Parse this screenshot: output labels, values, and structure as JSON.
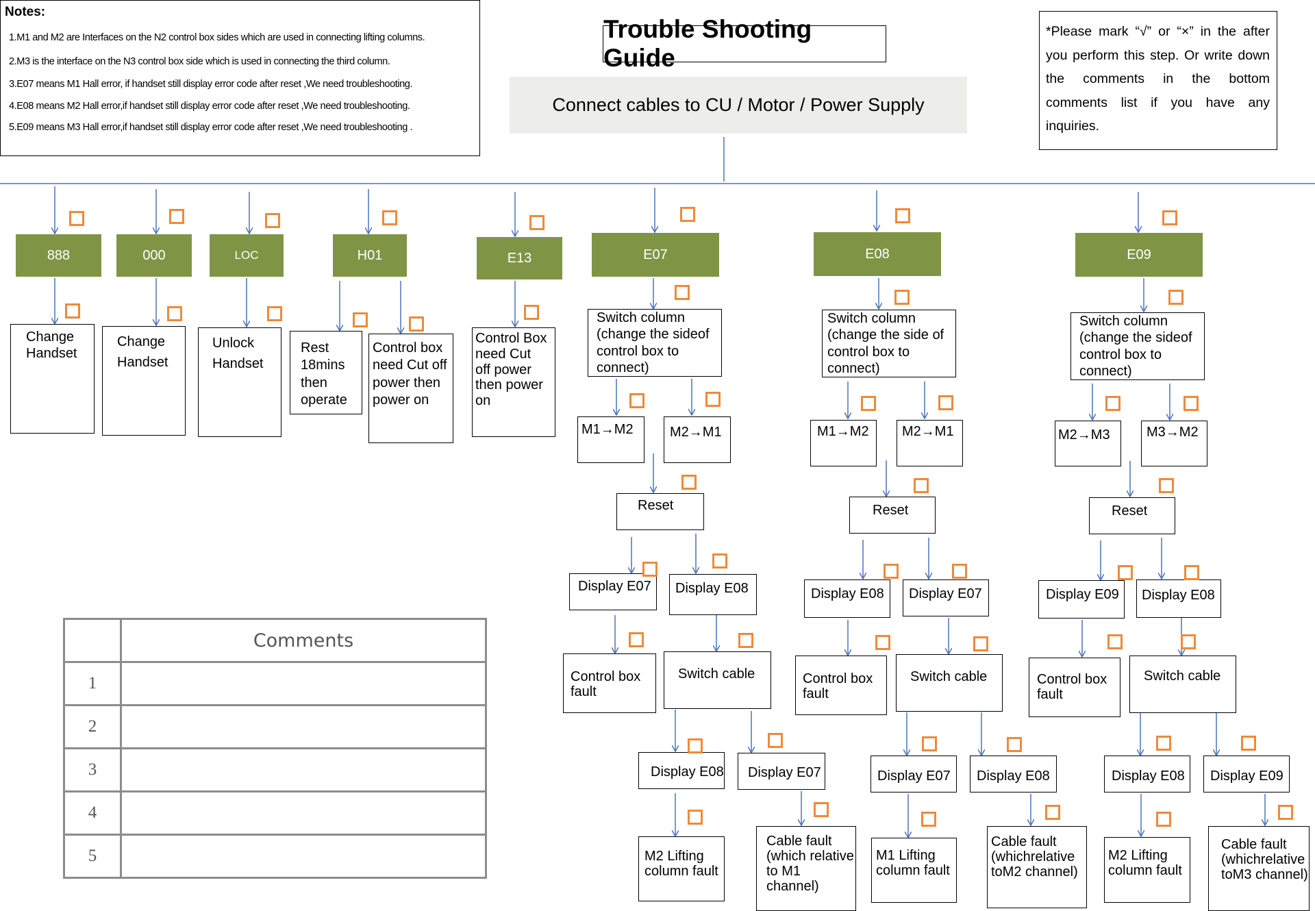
{
  "title": "Trouble Shooting Guide",
  "banner": "Connect cables to CU / Motor / Power Supply",
  "hint": "*Please mark “√” or “×” in the  after you perform this step. Or write down the comments in the bottom comments list if you have any inquiries.",
  "notes": {
    "heading": "Notes:",
    "lines": [
      "1.M1 and M2 are Interfaces on the N2 control box sides which are used in connecting lifting columns.",
      "2.M3 is the interface on the N3 control box side which is used in connecting the third column.",
      "3.E07 means M1 Hall error,  if handset still display error code after reset ,We need troubleshooting.",
      "4.E08 means M2 Hall error,if handset still display error code after reset ,We need troubleshooting.",
      "5.E09 means M3 Hall error,if handset still display error code after reset ,We need troubleshooting ."
    ]
  },
  "simple": [
    {
      "code": "888",
      "action": "Change Handset"
    },
    {
      "code": "000",
      "action": "Change Handset"
    },
    {
      "code": "LOC",
      "action": "Unlock Handset"
    },
    {
      "code": "H01",
      "action": "Rest 18mins then operate",
      "action2": "Control box need Cut off power then power on"
    },
    {
      "code": "E13",
      "action": "Control Box need Cut off power then power on"
    }
  ],
  "branches": [
    {
      "code": "E07",
      "switch": "Switch column (change the sideof control box to connect)",
      "opt1": "M1→M2",
      "opt2": "M2→M1",
      "reset": "Reset",
      "disp1": "Display E07",
      "disp2": "Display E08",
      "fault1": "Control box fault",
      "cable": "Switch cable",
      "disp3": "Display E08",
      "disp4": "Display E07",
      "fault2": "M2 Lifting column fault",
      "fault3": "Cable fault (which relative to M1 channel)"
    },
    {
      "code": "E08",
      "switch": "Switch column (change the side of control box to connect)",
      "opt1": "M1→M2",
      "opt2": "M2→M1",
      "reset": "Reset",
      "disp1": "Display E08",
      "disp2": "Display E07",
      "fault1": "Control box fault",
      "cable": "Switch cable",
      "disp3": "Display E07",
      "disp4": "Display E08",
      "fault2": "M1 Lifting column fault",
      "fault3": "Cable fault (whichrelative toM2 channel)"
    },
    {
      "code": "E09",
      "switch": "Switch column (change the sideof control box to connect)",
      "opt1": "M2→M3",
      "opt2": "M3→M2",
      "reset": "Reset",
      "disp1": "Display E09",
      "disp2": "Display E08",
      "fault1": "Control box fault",
      "cable": "Switch cable",
      "disp3": "Display E08",
      "disp4": "Display E09",
      "fault2": "M2 Lifting column fault",
      "fault3": "Cable fault (whichrelative toM3 channel)"
    }
  ],
  "comments": {
    "header": "Comments",
    "rows": [
      "1",
      "2",
      "3",
      "4",
      "5"
    ]
  },
  "colors": {
    "code_box": "#7f9545",
    "checkbox": "#ee8a3a",
    "arrow": "#4a72b8"
  }
}
